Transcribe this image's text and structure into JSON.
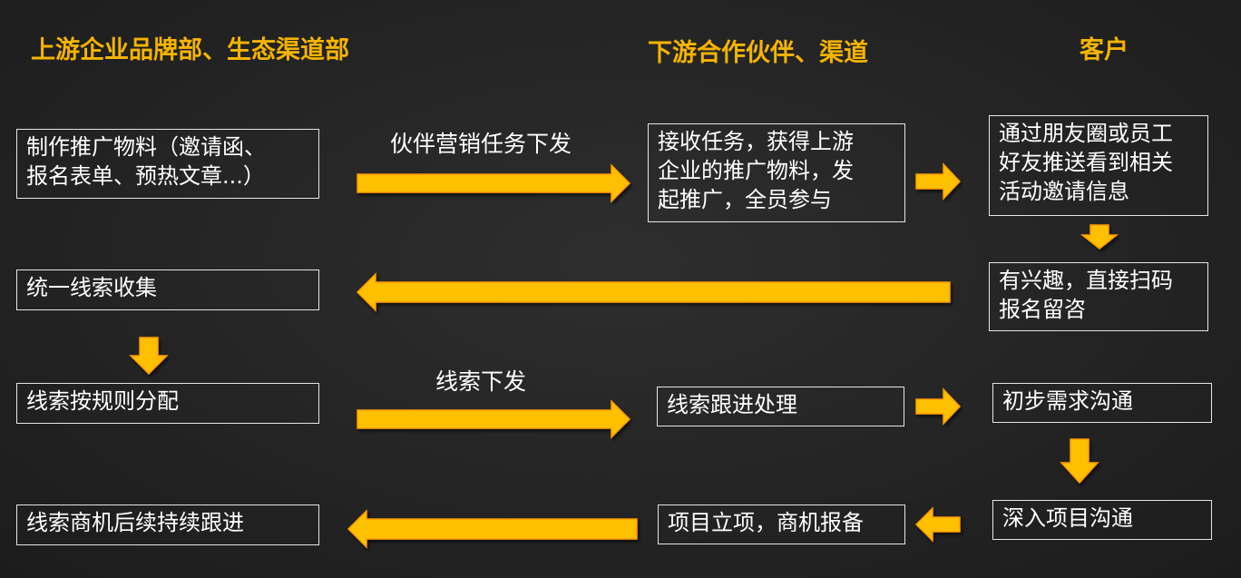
{
  "headers": {
    "upstream": "上游企业品牌部、生态渠道部",
    "downstream": "下游合作伙伴、渠道",
    "customer": "客户"
  },
  "boxes": {
    "make_material": "制作推广物料（邀请函、\n报名表单、预热文章...）",
    "receive_task": "接收任务，获得上游\n企业的推广物料，发\n起推广，全员参与",
    "see_invite": "通过朋友圈或员工\n好友推送看到相关\n活动邀请信息",
    "collect_leads": "统一线索收集",
    "scan_register": "有兴趣，直接扫码\n报名留咨",
    "assign_leads": "线索按规则分配",
    "follow_leads": "线索跟进处理",
    "initial_needs": "初步需求沟通",
    "ongoing_follow": "线索商机后续持续跟进",
    "project_setup": "项目立项，商机报备",
    "deep_comm": "深入项目沟通"
  },
  "labels": {
    "task_dispatch": "伙伴营销任务下发",
    "lead_dispatch": "线索下发"
  },
  "colors": {
    "header": "#f5b400",
    "arrow_fill": "#ffc000",
    "arrow_stroke": "#ff9a00",
    "box_border": "#e6e6e6"
  }
}
